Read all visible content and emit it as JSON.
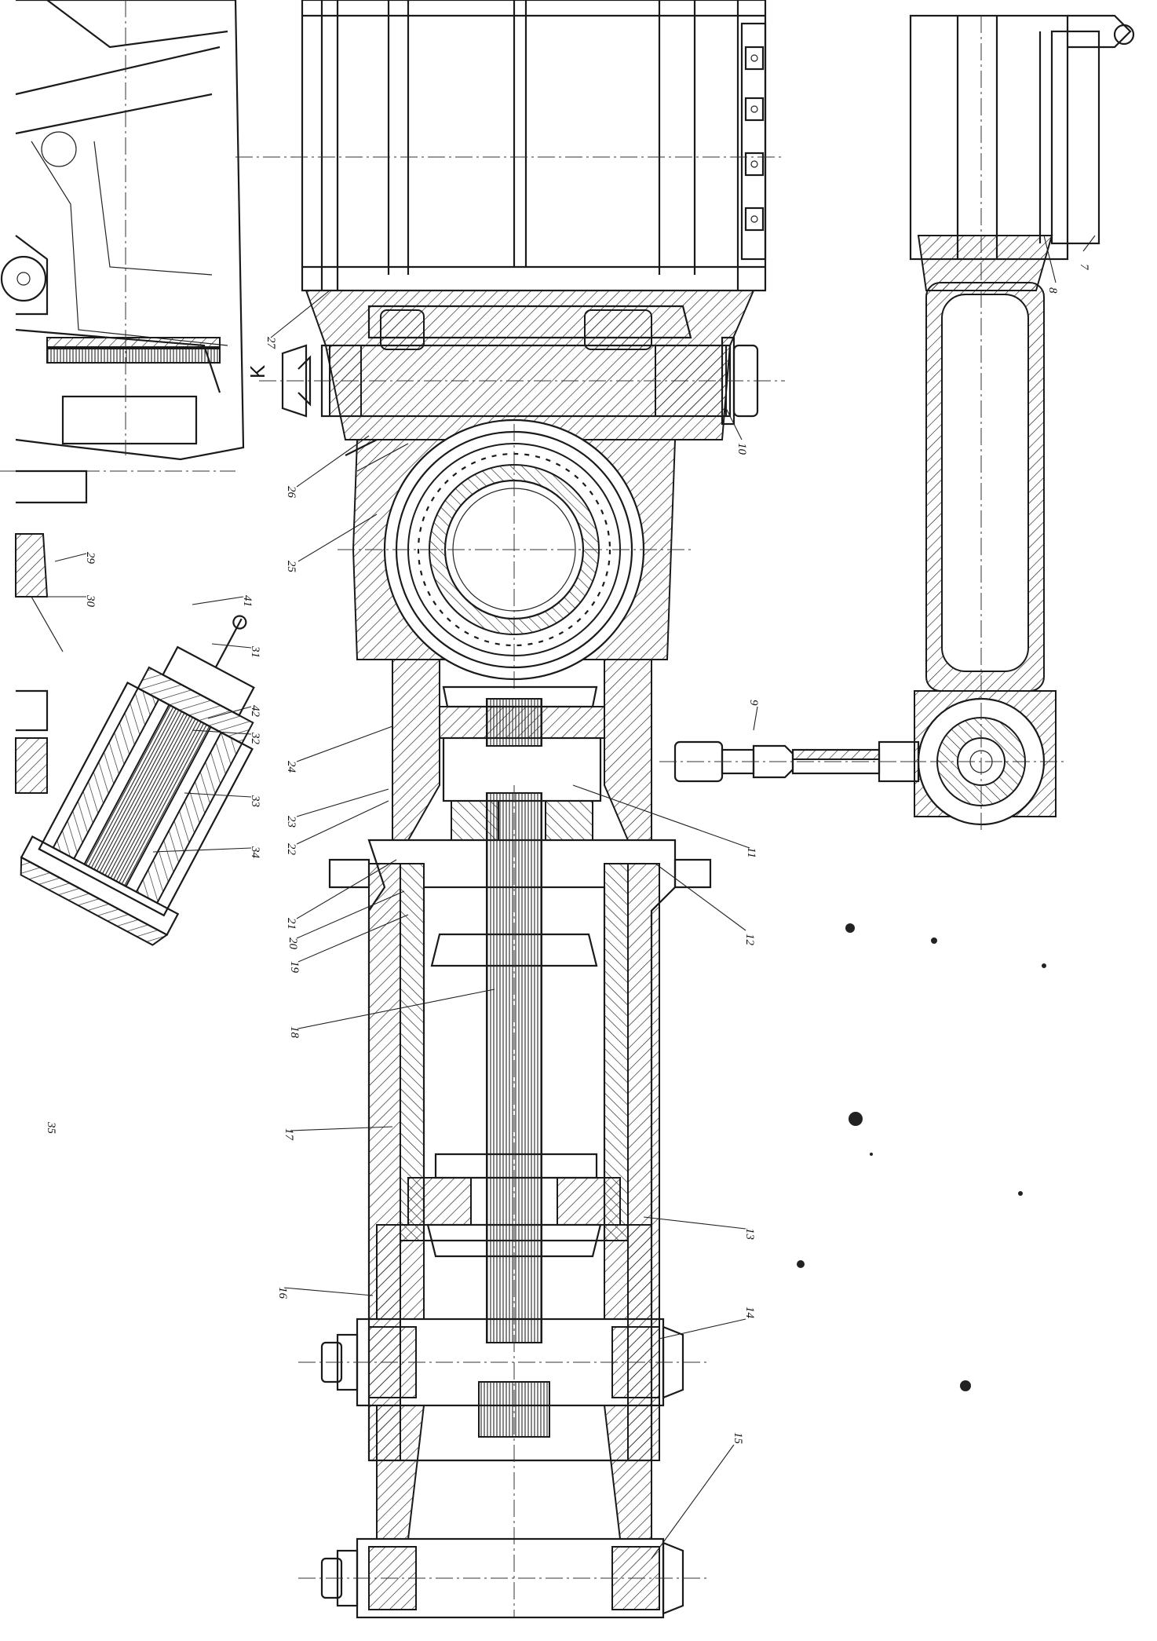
{
  "drawing": {
    "view_mark": "K",
    "sheet_mark": "35",
    "callouts": [
      {
        "id": "c7",
        "label": "7"
      },
      {
        "id": "c8",
        "label": "8"
      },
      {
        "id": "c9",
        "label": "9"
      },
      {
        "id": "c10",
        "label": "10"
      },
      {
        "id": "c11",
        "label": "11"
      },
      {
        "id": "c12",
        "label": "12"
      },
      {
        "id": "c13",
        "label": "13"
      },
      {
        "id": "c14",
        "label": "14"
      },
      {
        "id": "c15",
        "label": "15"
      },
      {
        "id": "c16",
        "label": "16"
      },
      {
        "id": "c17",
        "label": "17"
      },
      {
        "id": "c18",
        "label": "18"
      },
      {
        "id": "c19",
        "label": "19"
      },
      {
        "id": "c20",
        "label": "20"
      },
      {
        "id": "c21",
        "label": "21"
      },
      {
        "id": "c22",
        "label": "22"
      },
      {
        "id": "c23",
        "label": "23"
      },
      {
        "id": "c24",
        "label": "24"
      },
      {
        "id": "c25",
        "label": "25"
      },
      {
        "id": "c26",
        "label": "26"
      },
      {
        "id": "c27",
        "label": "27"
      },
      {
        "id": "c29",
        "label": "29"
      },
      {
        "id": "c30",
        "label": "30"
      },
      {
        "id": "c31",
        "label": "31"
      },
      {
        "id": "c32",
        "label": "32"
      },
      {
        "id": "c33",
        "label": "33"
      },
      {
        "id": "c34",
        "label": "34"
      },
      {
        "id": "c41",
        "label": "41"
      },
      {
        "id": "c42",
        "label": "42"
      }
    ]
  }
}
